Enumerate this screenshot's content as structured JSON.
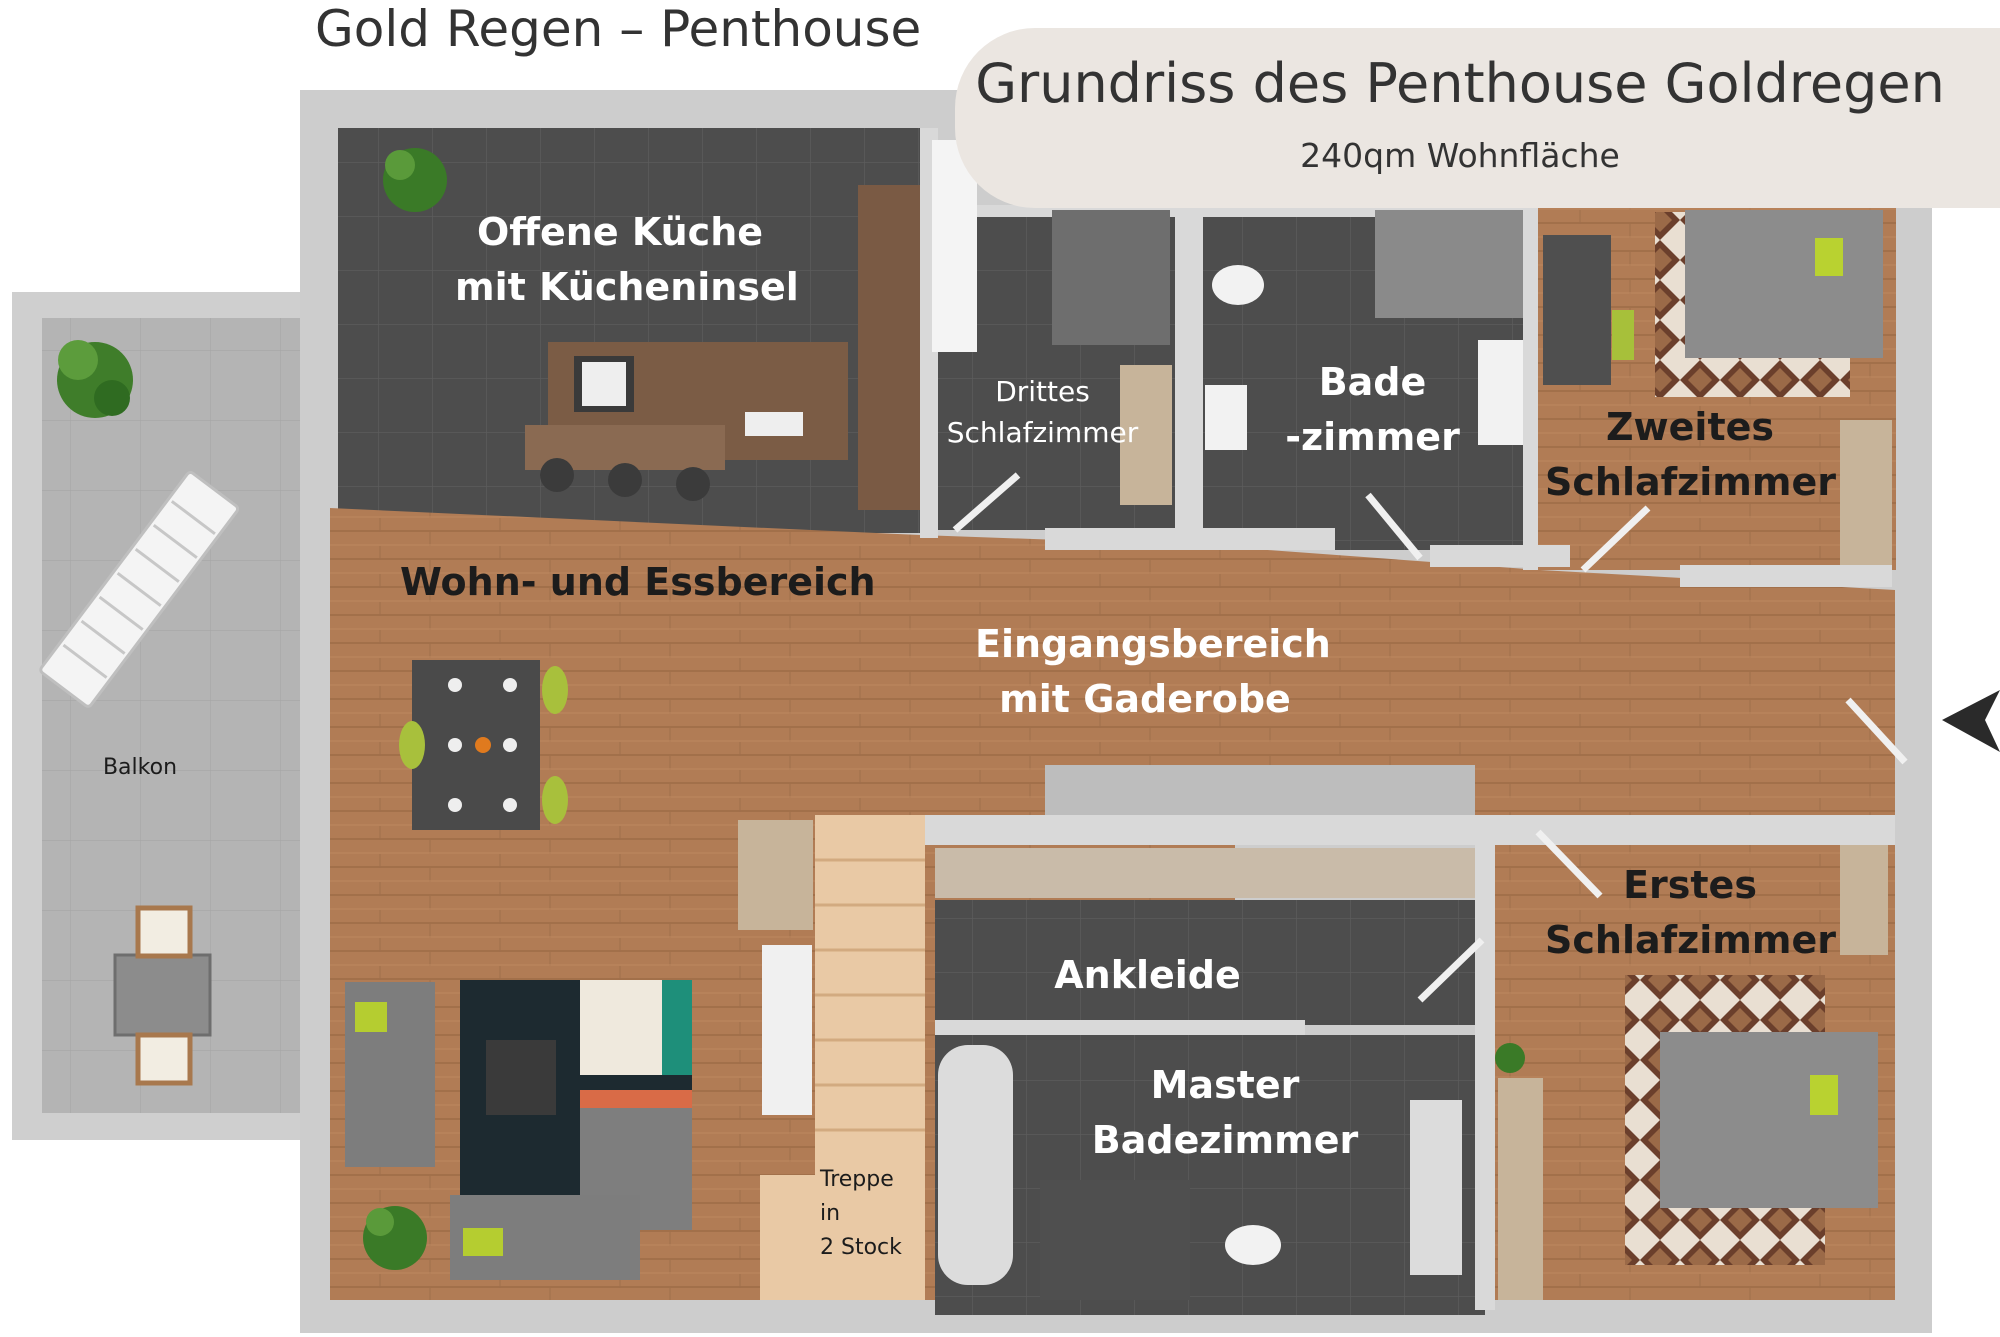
{
  "title": "Gold Regen – Penthouse",
  "header": {
    "title": "Grundriss des Penthouse Goldregen",
    "subtitle": "240qm Wohnfläche"
  },
  "rooms": {
    "kitchen": [
      "Offene Küche",
      "mit Kücheninsel"
    ],
    "third_bedroom": [
      "Drittes",
      "Schlafzimmer"
    ],
    "bathroom": [
      "Bade",
      "-zimmer"
    ],
    "second_bedroom": [
      "Zweites",
      "Schlafzimmer"
    ],
    "living": [
      "Wohn- und Essbereich"
    ],
    "entrance": [
      "Eingangsbereich",
      "mit Gaderobe"
    ],
    "balcony": [
      "Balkon"
    ],
    "dressing": [
      "Ankleide"
    ],
    "master_bath": [
      "Master",
      "Badezimmer"
    ],
    "first_bedroom": [
      "Erstes",
      "Schlafzimmer"
    ],
    "stairs": [
      "Treppe",
      "in",
      "2 Stock"
    ]
  },
  "colors": {
    "wood_floor": "#b17c55",
    "tile_floor": "#4c4c4c",
    "balcony_floor": "#b5b5b5",
    "wall": "#c8c8c8",
    "header_bg": "#ebe6e1"
  }
}
